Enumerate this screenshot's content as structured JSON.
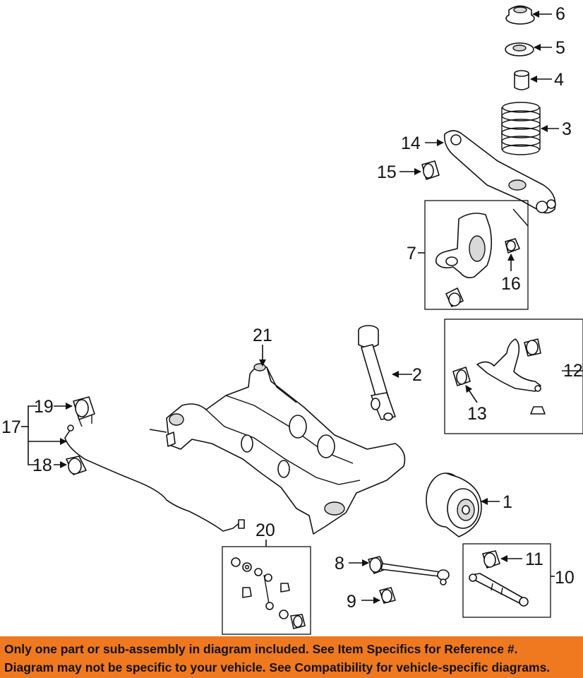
{
  "callouts": [
    "1",
    "2",
    "3",
    "4",
    "5",
    "6",
    "7",
    "8",
    "9",
    "10",
    "11",
    "12",
    "13",
    "14",
    "15",
    "16",
    "17",
    "18",
    "19",
    "20",
    "21"
  ],
  "banner": {
    "line1": "Only one part or sub-assembly in diagram included. See Item Specifics for Reference #.",
    "line2": "Diagram may not be specific to your vehicle. See Compatibility for vehicle-specific diagrams.",
    "color": "#f0791f"
  }
}
